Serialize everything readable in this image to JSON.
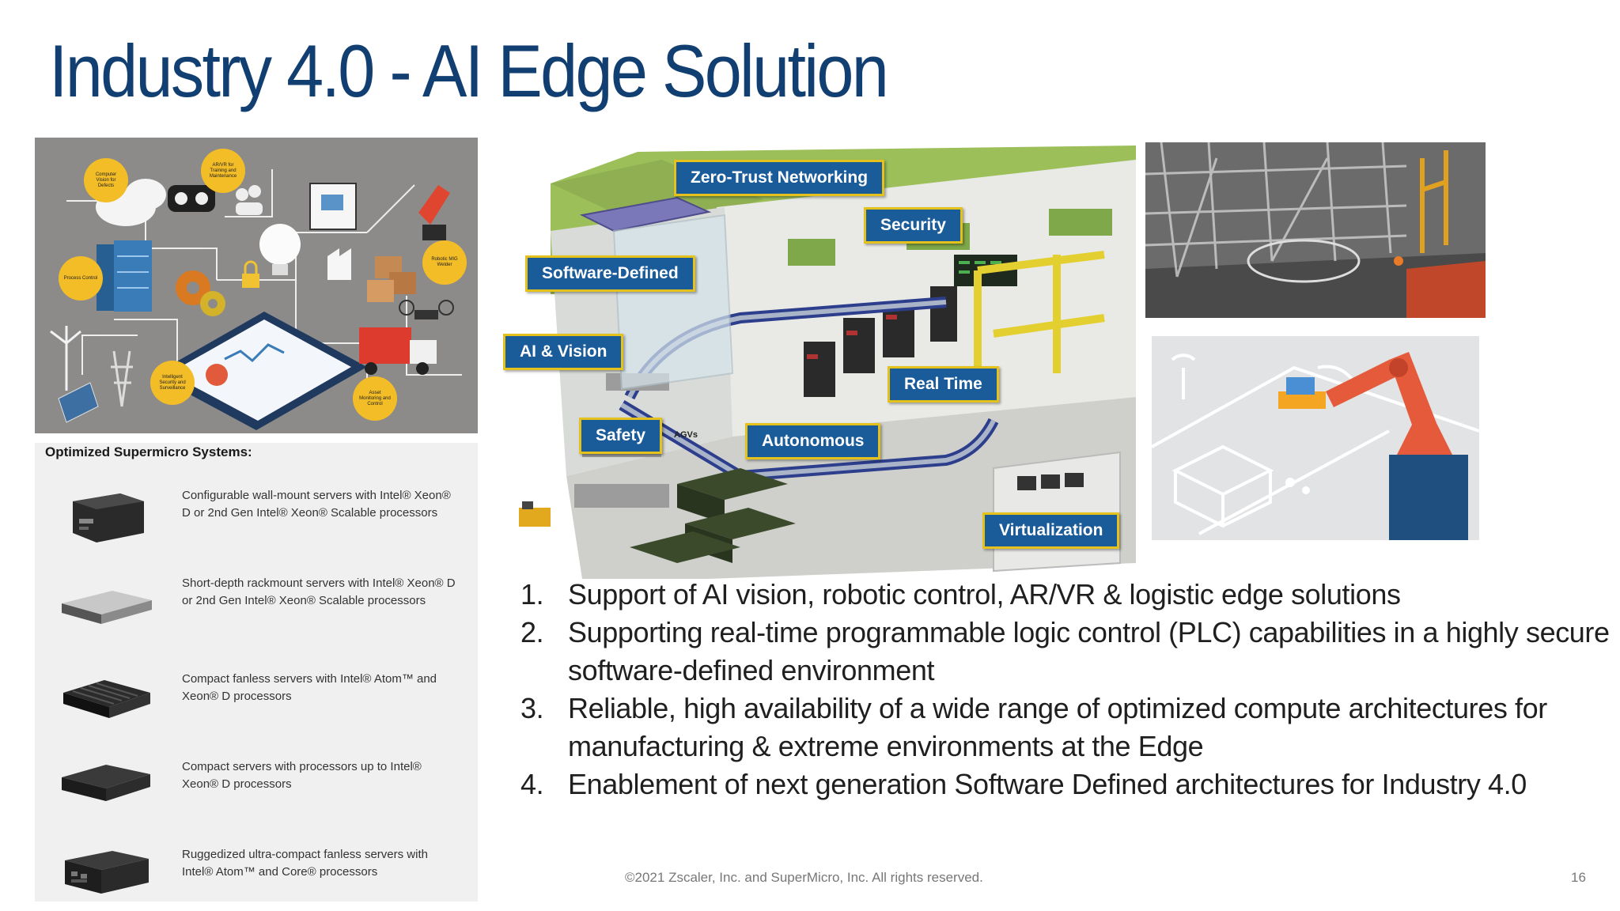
{
  "slide": {
    "title": "Industry 4.0 - AI Edge Solution",
    "footer": "©2021 Zscaler, Inc. and SuperMicro, Inc. All rights reserved.",
    "page_number": "16"
  },
  "infographic": {
    "labels": [
      "Computer Vision for Defects",
      "AR/VR for Training and Maintenance",
      "Process Control",
      "Robotic MIG Welder",
      "Intelligent Security and Surveillance",
      "Asset Monitoring and Control"
    ]
  },
  "systems": {
    "heading": "Optimized Supermicro Systems:",
    "items": [
      {
        "text": "Configurable wall-mount servers with Intel® Xeon® D or 2nd Gen Intel® Xeon® Scalable processors"
      },
      {
        "text": "Short-depth rackmount servers with Intel® Xeon® D or 2nd Gen Intel® Xeon® Scalable processors"
      },
      {
        "text": "Compact fanless servers with Intel® Atom™ and Xeon® D processors"
      },
      {
        "text": "Compact servers with processors up to Intel® Xeon® D processors"
      },
      {
        "text": "Ruggedized ultra-compact fanless servers with Intel® Atom™ and Core® processors"
      }
    ]
  },
  "factory": {
    "callouts": {
      "zero_trust": "Zero-Trust Networking",
      "security": "Security",
      "software_defined": "Software-Defined",
      "ai_vision": "AI & Vision",
      "real_time": "Real Time",
      "safety": "Safety",
      "autonomous": "Autonomous",
      "virtualization": "Virtualization"
    },
    "agv_label": "AGVs"
  },
  "points": [
    {
      "num": "1.",
      "text": "Support of AI vision, robotic control, AR/VR & logistic edge solutions"
    },
    {
      "num": "2.",
      "text": "Supporting real-time programmable logic control (PLC) capabilities in a highly secure software-defined environment"
    },
    {
      "num": "3.",
      "text": "Reliable, high availability of a wide range of optimized compute architectures for manufacturing & extreme environments at the Edge"
    },
    {
      "num": "4.",
      "text": "Enablement of next generation Software Defined architectures for Industry 4.0"
    }
  ]
}
